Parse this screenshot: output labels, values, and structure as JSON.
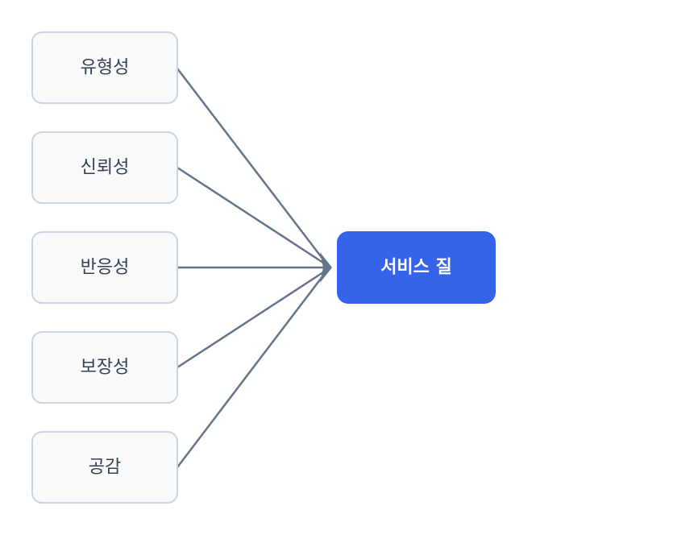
{
  "diagram": {
    "sources": [
      {
        "label": "유형성"
      },
      {
        "label": "신뢰성"
      },
      {
        "label": "반응성"
      },
      {
        "label": "보장성"
      },
      {
        "label": "공감"
      }
    ],
    "target": {
      "label": "서비스 질"
    },
    "colors": {
      "source_fill": "#f8fafc",
      "source_border": "#cbd5e1",
      "source_text": "#334155",
      "target_fill": "#3563e9",
      "target_text": "#ffffff",
      "edge": "#64748b"
    }
  }
}
